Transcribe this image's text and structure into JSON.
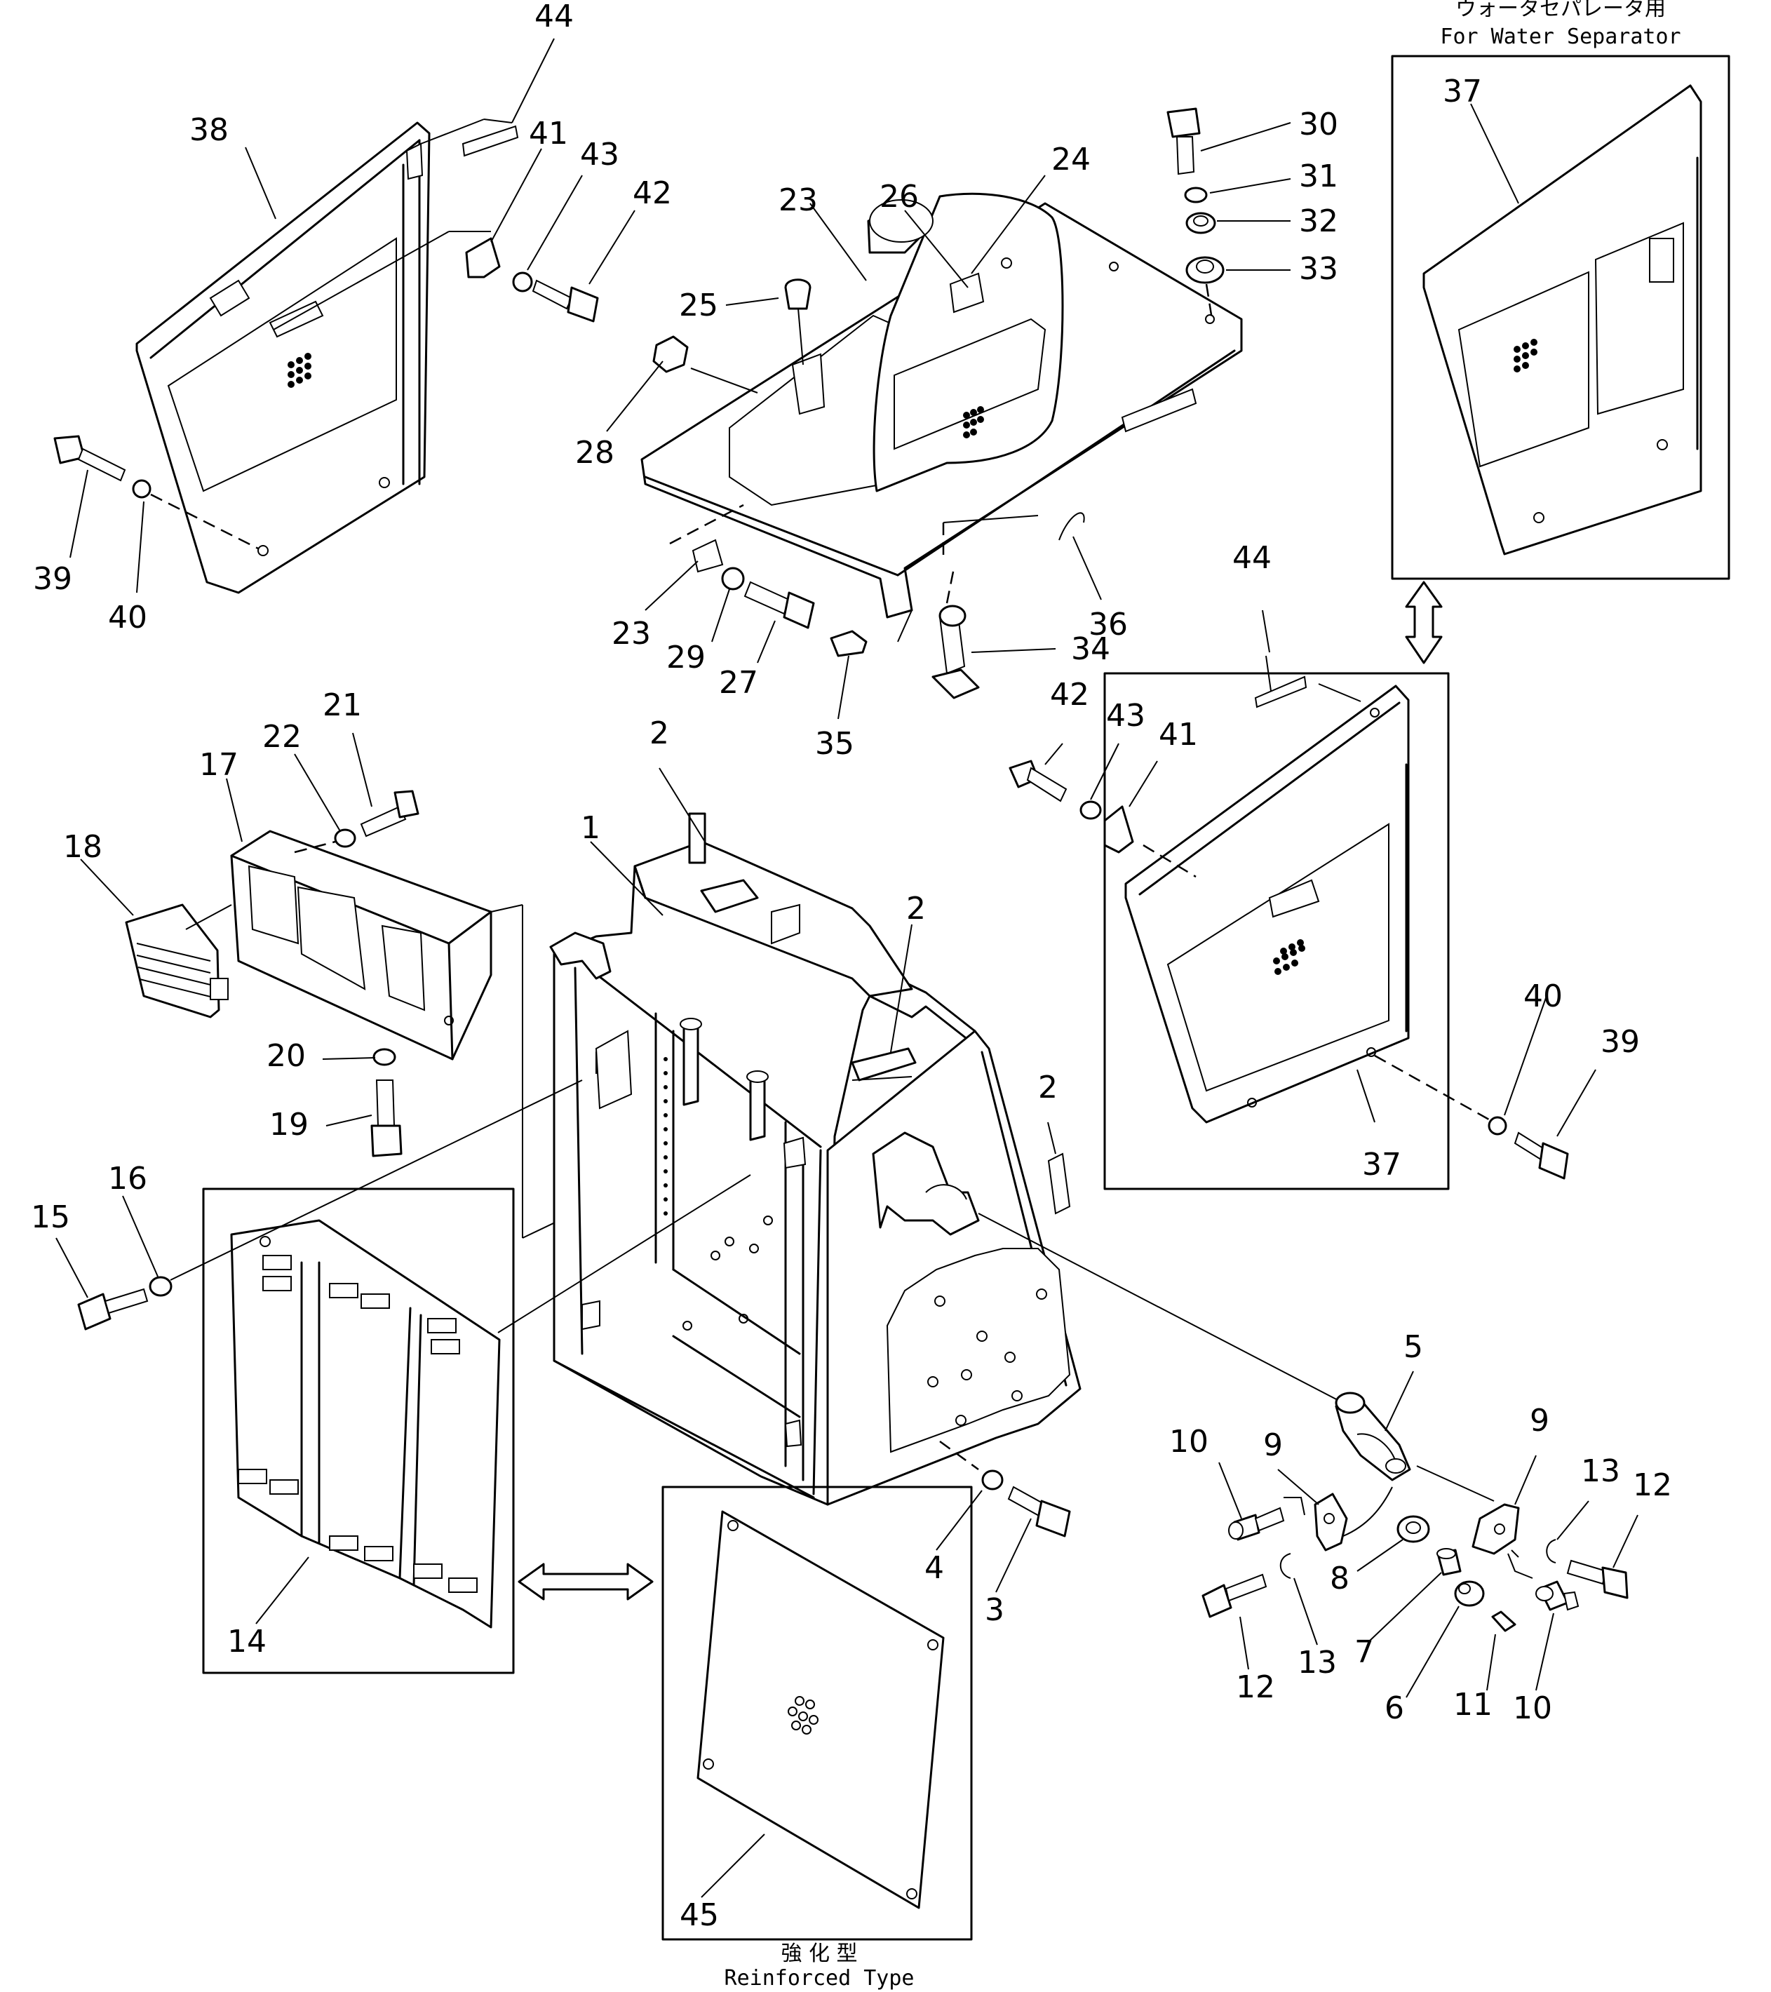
{
  "inset_water_separator": {
    "caption_ja": "ウォータセパレータ用",
    "caption_en": "For Water Separator"
  },
  "inset_reinforced": {
    "caption_ja": "強 化 型",
    "caption_en": "Reinforced Type"
  },
  "callouts": [
    {
      "id": "c44a",
      "text": "44"
    },
    {
      "id": "c38",
      "text": "38"
    },
    {
      "id": "c41a",
      "text": "41"
    },
    {
      "id": "c43a",
      "text": "43"
    },
    {
      "id": "c42a",
      "text": "42"
    },
    {
      "id": "c39a",
      "text": "39"
    },
    {
      "id": "c40a",
      "text": "40"
    },
    {
      "id": "c23a",
      "text": "23"
    },
    {
      "id": "c26",
      "text": "26"
    },
    {
      "id": "c24",
      "text": "24"
    },
    {
      "id": "c25",
      "text": "25"
    },
    {
      "id": "c28",
      "text": "28"
    },
    {
      "id": "c23b",
      "text": "23"
    },
    {
      "id": "c29",
      "text": "29"
    },
    {
      "id": "c27",
      "text": "27"
    },
    {
      "id": "c35",
      "text": "35"
    },
    {
      "id": "c34",
      "text": "34"
    },
    {
      "id": "c36",
      "text": "36"
    },
    {
      "id": "c30",
      "text": "30"
    },
    {
      "id": "c31",
      "text": "31"
    },
    {
      "id": "c32",
      "text": "32"
    },
    {
      "id": "c33",
      "text": "33"
    },
    {
      "id": "c37a",
      "text": "37"
    },
    {
      "id": "c44b",
      "text": "44"
    },
    {
      "id": "c42b",
      "text": "42"
    },
    {
      "id": "c43b",
      "text": "43"
    },
    {
      "id": "c41b",
      "text": "41"
    },
    {
      "id": "c40b",
      "text": "40"
    },
    {
      "id": "c39b",
      "text": "39"
    },
    {
      "id": "c37b",
      "text": "37"
    },
    {
      "id": "c21",
      "text": "21"
    },
    {
      "id": "c22",
      "text": "22"
    },
    {
      "id": "c17",
      "text": "17"
    },
    {
      "id": "c18",
      "text": "18"
    },
    {
      "id": "c20",
      "text": "20"
    },
    {
      "id": "c19",
      "text": "19"
    },
    {
      "id": "c2a",
      "text": "2"
    },
    {
      "id": "c1",
      "text": "1"
    },
    {
      "id": "c2b",
      "text": "2"
    },
    {
      "id": "c2c",
      "text": "2"
    },
    {
      "id": "c16",
      "text": "16"
    },
    {
      "id": "c15",
      "text": "15"
    },
    {
      "id": "c14",
      "text": "14"
    },
    {
      "id": "c45",
      "text": "45"
    },
    {
      "id": "c4",
      "text": "4"
    },
    {
      "id": "c3",
      "text": "3"
    },
    {
      "id": "c5",
      "text": "5"
    },
    {
      "id": "c9a",
      "text": "9"
    },
    {
      "id": "c9b",
      "text": "9"
    },
    {
      "id": "c10a",
      "text": "10"
    },
    {
      "id": "c13a",
      "text": "13"
    },
    {
      "id": "c12a",
      "text": "12"
    },
    {
      "id": "c8",
      "text": "8"
    },
    {
      "id": "c7",
      "text": "7"
    },
    {
      "id": "c12b",
      "text": "12"
    },
    {
      "id": "c13b",
      "text": "13"
    },
    {
      "id": "c6",
      "text": "6"
    },
    {
      "id": "c11",
      "text": "11"
    },
    {
      "id": "c10b",
      "text": "10"
    }
  ]
}
